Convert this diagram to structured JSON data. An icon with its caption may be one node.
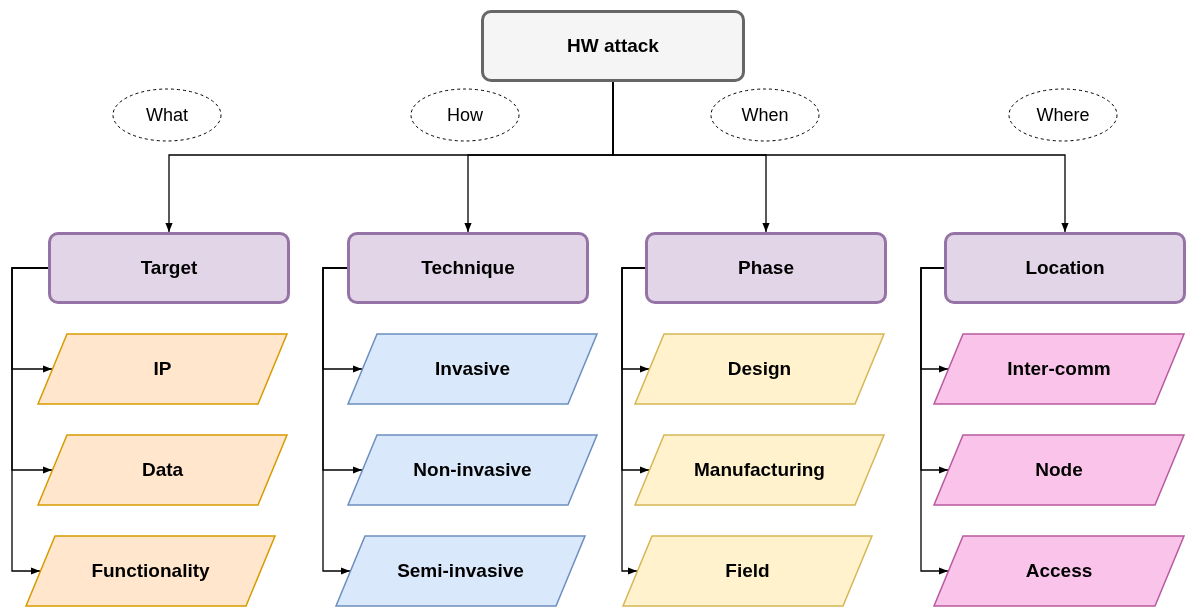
{
  "diagram": {
    "nodes": [
      {
        "text": [
          "HW attack"
        ]
      },
      {
        "text": [
          "What"
        ]
      },
      {
        "text": [
          "How"
        ]
      },
      {
        "text": [
          "When"
        ]
      },
      {
        "text": [
          "Where"
        ]
      },
      {
        "text": [
          "Target"
        ]
      },
      {
        "text": [
          "Technique"
        ]
      },
      {
        "text": [
          "Phase"
        ]
      },
      {
        "text": [
          "Location"
        ]
      },
      {
        "text": [
          "IP"
        ]
      },
      {
        "text": [
          "Invasive"
        ]
      },
      {
        "text": [
          "Design"
        ]
      },
      {
        "text": [
          "Inter-comm"
        ]
      },
      {
        "text": [
          "Data"
        ]
      },
      {
        "text": [
          "Non-invasive"
        ]
      },
      {
        "text": [
          "Manufacturing"
        ]
      },
      {
        "text": [
          "Node"
        ]
      },
      {
        "text": [
          "Functionality"
        ]
      },
      {
        "text": [
          "Semi-invasive"
        ]
      },
      {
        "text": [
          "Field"
        ]
      },
      {
        "text": [
          "Access"
        ]
      }
    ],
    "edges": [
      {
        "from": 0,
        "to": 5,
        "arrow": "to"
      },
      {
        "from": 0,
        "to": 6,
        "arrow": "to"
      },
      {
        "from": 0,
        "to": 7,
        "arrow": "to"
      },
      {
        "from": 0,
        "to": 8,
        "arrow": "to"
      },
      {
        "from": 5,
        "to": 9,
        "arrow": "to"
      },
      {
        "from": 5,
        "to": 13,
        "arrow": "to"
      },
      {
        "from": 5,
        "to": 17,
        "arrow": "to"
      },
      {
        "from": 6,
        "to": 10,
        "arrow": "to"
      },
      {
        "from": 6,
        "to": 14,
        "arrow": "to"
      },
      {
        "from": 6,
        "to": 18,
        "arrow": "to"
      },
      {
        "from": 7,
        "to": 11,
        "arrow": "to"
      },
      {
        "from": 7,
        "to": 15,
        "arrow": "to"
      },
      {
        "from": 7,
        "to": 19,
        "arrow": "to"
      },
      {
        "from": 8,
        "to": 12,
        "arrow": "to"
      },
      {
        "from": 8,
        "to": 16,
        "arrow": "to"
      },
      {
        "from": 8,
        "to": 20,
        "arrow": "to"
      }
    ]
  }
}
